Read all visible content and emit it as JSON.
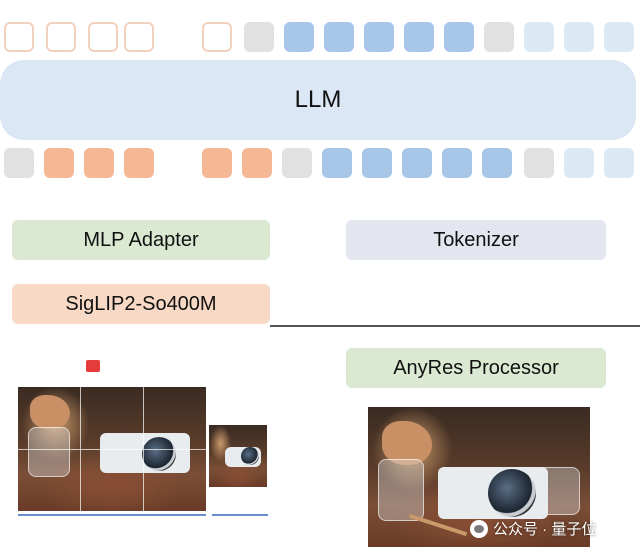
{
  "llm_label": "LLM",
  "mlp_label": "MLP Adapter",
  "siglip_label": "SigLIP2-So400M",
  "tokenizer_label": "Tokenizer",
  "anyres_label": "AnyRes Processor",
  "watermark": "公众号 · 量子位",
  "colors": {
    "llm": "#dbe7f5",
    "mlp": "#dbe9d3",
    "siglip": "#f8d9c5",
    "tokenizer": "#e3e6ef",
    "anyres": "#dbe9d3",
    "token_blue": "#a8c6e8",
    "token_orange": "#f4b894",
    "token_gray": "#e1e1e1"
  }
}
